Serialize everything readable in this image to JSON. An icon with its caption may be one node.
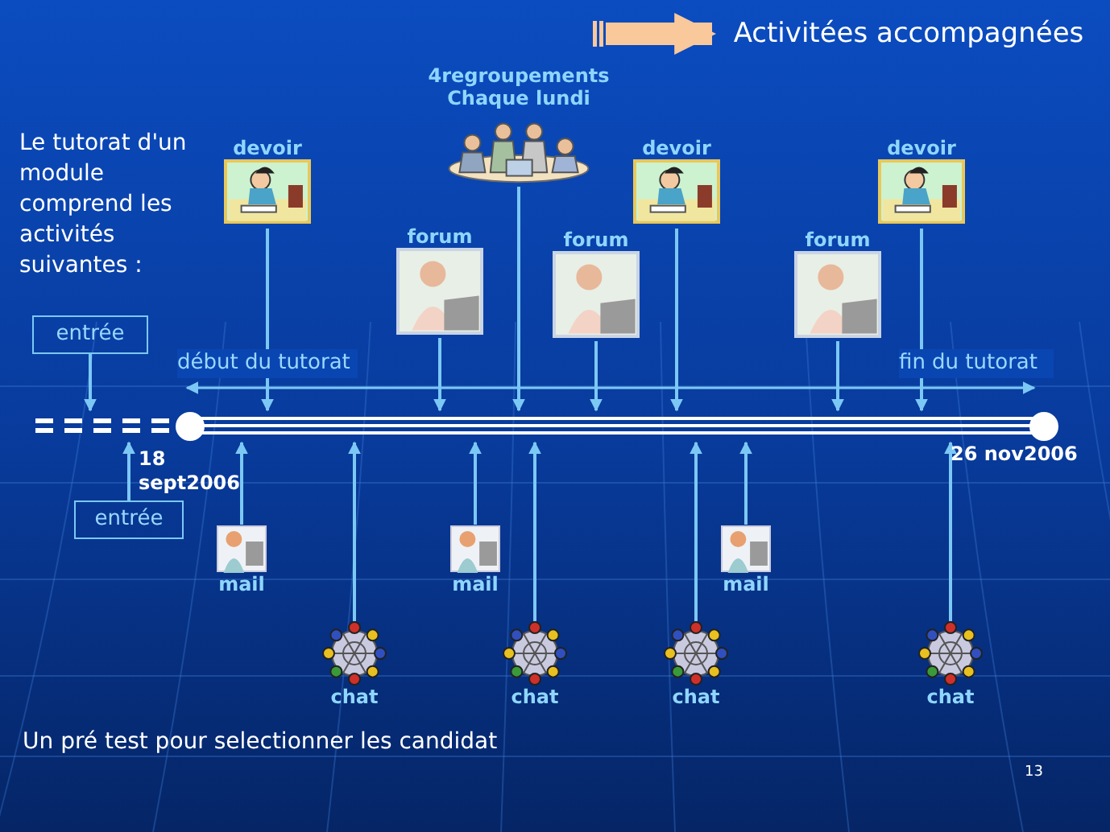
{
  "diagram": {
    "nodes": [
      {
        "text": [
          "Activitées accompagnées"
        ]
      },
      {
        "text": [
          "entrée"
        ]
      },
      {
        "text": [],
        "shape": "bar",
        "beside": [
          "18 sept2006",
          "26 nov2006"
        ]
      },
      {
        "text": [
          "entrée"
        ]
      },
      {
        "text": [
          "devoir"
        ]
      },
      {
        "text": [
          "4regroupements Chaque lundi"
        ]
      },
      {
        "text": [
          "devoir"
        ]
      },
      {
        "text": [
          "devoir"
        ]
      },
      {
        "text": [
          "forum"
        ]
      },
      {
        "text": [
          "forum"
        ]
      },
      {
        "text": [
          "forum"
        ]
      },
      {
        "text": [
          "mail"
        ]
      },
      {
        "text": [
          "mail"
        ]
      },
      {
        "text": [
          "mail"
        ]
      },
      {
        "text": [
          "chat"
        ]
      },
      {
        "text": [
          "chat"
        ]
      },
      {
        "text": [
          "chat"
        ]
      },
      {
        "text": [
          "chat"
        ]
      }
    ],
    "edges": [
      {
        "from": null,
        "to": 0,
        "arrow": "to",
        "style": "thick",
        "color": "#f9c89b"
      },
      {
        "from": 1,
        "to": 2,
        "arrow": "to"
      },
      {
        "from": 3,
        "to": 2,
        "arrow": "to"
      },
      {
        "from": 4,
        "to": 2,
        "arrow": "to"
      },
      {
        "from": 5,
        "to": 2,
        "arrow": "to"
      },
      {
        "from": 6,
        "to": 2,
        "arrow": "to"
      },
      {
        "from": 7,
        "to": 2,
        "arrow": "to"
      },
      {
        "from": 8,
        "to": 2,
        "arrow": "to"
      },
      {
        "from": 9,
        "to": 2,
        "arrow": "to"
      },
      {
        "from": 10,
        "to": 2,
        "arrow": "to"
      },
      {
        "from": 11,
        "to": 2,
        "arrow": "to"
      },
      {
        "from": 12,
        "to": 2,
        "arrow": "to"
      },
      {
        "from": 13,
        "to": 2,
        "arrow": "to"
      },
      {
        "from": 14,
        "to": 2,
        "arrow": "to"
      },
      {
        "from": 15,
        "to": 2,
        "arrow": "to"
      },
      {
        "from": 16,
        "to": 2,
        "arrow": "to"
      },
      {
        "from": 17,
        "to": 2,
        "arrow": "to"
      }
    ],
    "labels": [
      "Le tutorat d'un module comprend les activités suivantes :",
      "début du tutorat",
      "fin du tutorat",
      "Un pré test pour selectionner les candidat",
      "13"
    ]
  }
}
